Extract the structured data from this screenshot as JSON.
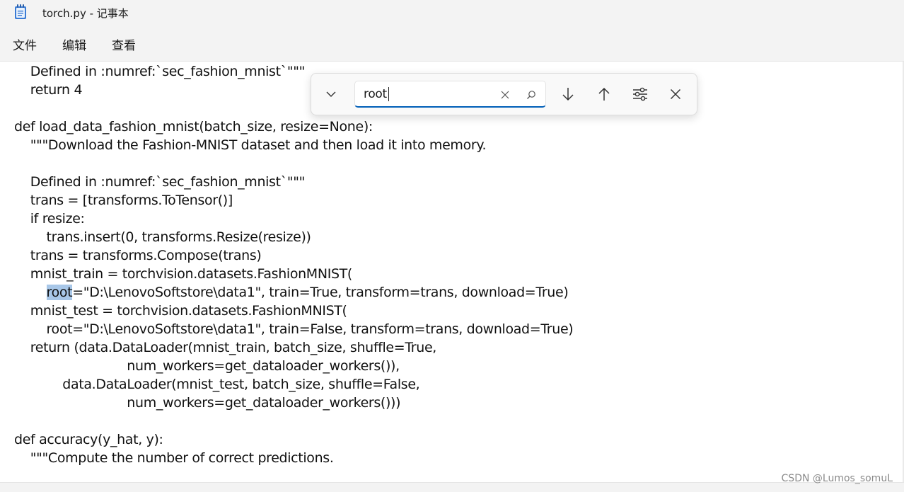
{
  "window": {
    "title": "torch.py - 记事本",
    "icon": "notepad-icon"
  },
  "menu": {
    "items": [
      "文件",
      "编辑",
      "查看"
    ]
  },
  "find": {
    "value": "root",
    "icons": {
      "toggle": "chevron-down-icon",
      "clear": "clear-icon",
      "search": "search-icon",
      "next": "arrow-down-icon",
      "prev": "arrow-up-icon",
      "options": "options-icon",
      "close": "close-icon"
    },
    "accent": "#005fb8"
  },
  "editor": {
    "lines": [
      "    Defined in :numref:`sec_fashion_mnist`\"\"\"",
      "    return 4",
      "",
      "def load_data_fashion_mnist(batch_size, resize=None):",
      "    \"\"\"Download the Fashion-MNIST dataset and then load it into memory.",
      "",
      "    Defined in :numref:`sec_fashion_mnist`\"\"\"",
      "    trans = [transforms.ToTensor()]",
      "    if resize:",
      "        trans.insert(0, transforms.Resize(resize))",
      "    trans = transforms.Compose(trans)",
      "    mnist_train = torchvision.datasets.FashionMNIST(",
      "        root=\"D:\\LenovoSoftstore\\data1\", train=True, transform=trans, download=True)",
      "    mnist_test = torchvision.datasets.FashionMNIST(",
      "        root=\"D:\\LenovoSoftstore\\data1\", train=False, transform=trans, download=True)",
      "    return (data.DataLoader(mnist_train, batch_size, shuffle=True,",
      "                            num_workers=get_dataloader_workers()),",
      "            data.DataLoader(mnist_test, batch_size, shuffle=False,",
      "                            num_workers=get_dataloader_workers()))",
      "",
      "def accuracy(y_hat, y):",
      "    \"\"\"Compute the number of correct predictions."
    ],
    "match_line": 12,
    "match_text": "root",
    "highlight_color": "#a8c7e8"
  },
  "watermark": "CSDN @Lumos_somuL"
}
